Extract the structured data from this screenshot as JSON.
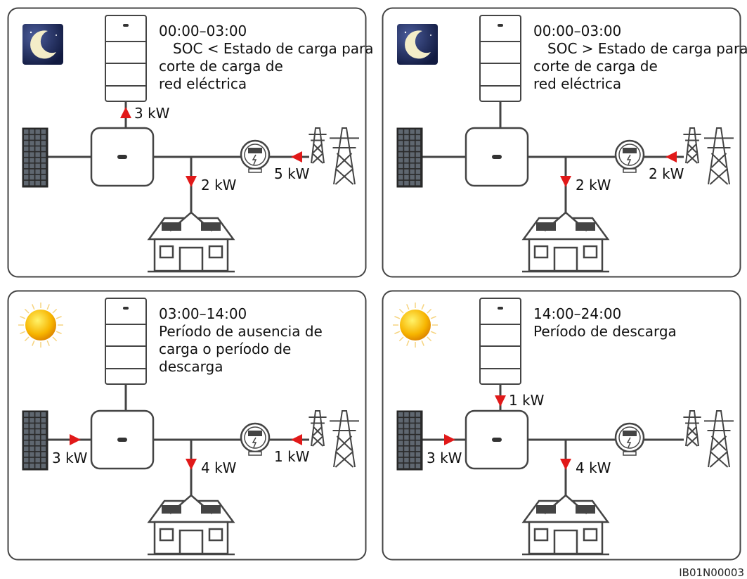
{
  "figure_code": "IB01N00003",
  "panels": [
    {
      "icon": "moon-icon",
      "time": "00:00–03:00",
      "lines": [
        "SOC < Estado de carga para",
        "corte de carga de",
        "red eléctrica"
      ],
      "flows": {
        "battery": "3 kW",
        "load": "2 kW",
        "grid": "5 kW",
        "pv": ""
      },
      "arrows": {
        "battery": "up",
        "load": "down",
        "grid": "left",
        "pv": ""
      }
    },
    {
      "icon": "moon-icon",
      "time": "00:00–03:00",
      "lines": [
        "SOC > Estado de carga para",
        "corte de carga de",
        "red eléctrica"
      ],
      "flows": {
        "battery": "",
        "load": "2 kW",
        "grid": "2 kW",
        "pv": ""
      },
      "arrows": {
        "battery": "",
        "load": "down",
        "grid": "left",
        "pv": ""
      }
    },
    {
      "icon": "sun-icon",
      "time": "03:00–14:00",
      "lines": [
        "Período de ausencia de",
        "carga o período de",
        "descarga"
      ],
      "flows": {
        "battery": "",
        "load": "4 kW",
        "grid": "1 kW",
        "pv": "3 kW"
      },
      "arrows": {
        "battery": "",
        "load": "down",
        "grid": "left",
        "pv": "right"
      }
    },
    {
      "icon": "sun-icon",
      "time": "14:00–24:00",
      "lines": [
        "Período de descarga"
      ],
      "flows": {
        "battery": "1 kW",
        "load": "4 kW",
        "grid": "",
        "pv": "3 kW"
      },
      "arrows": {
        "battery": "down",
        "load": "down",
        "grid": "",
        "pv": "right"
      }
    }
  ]
}
